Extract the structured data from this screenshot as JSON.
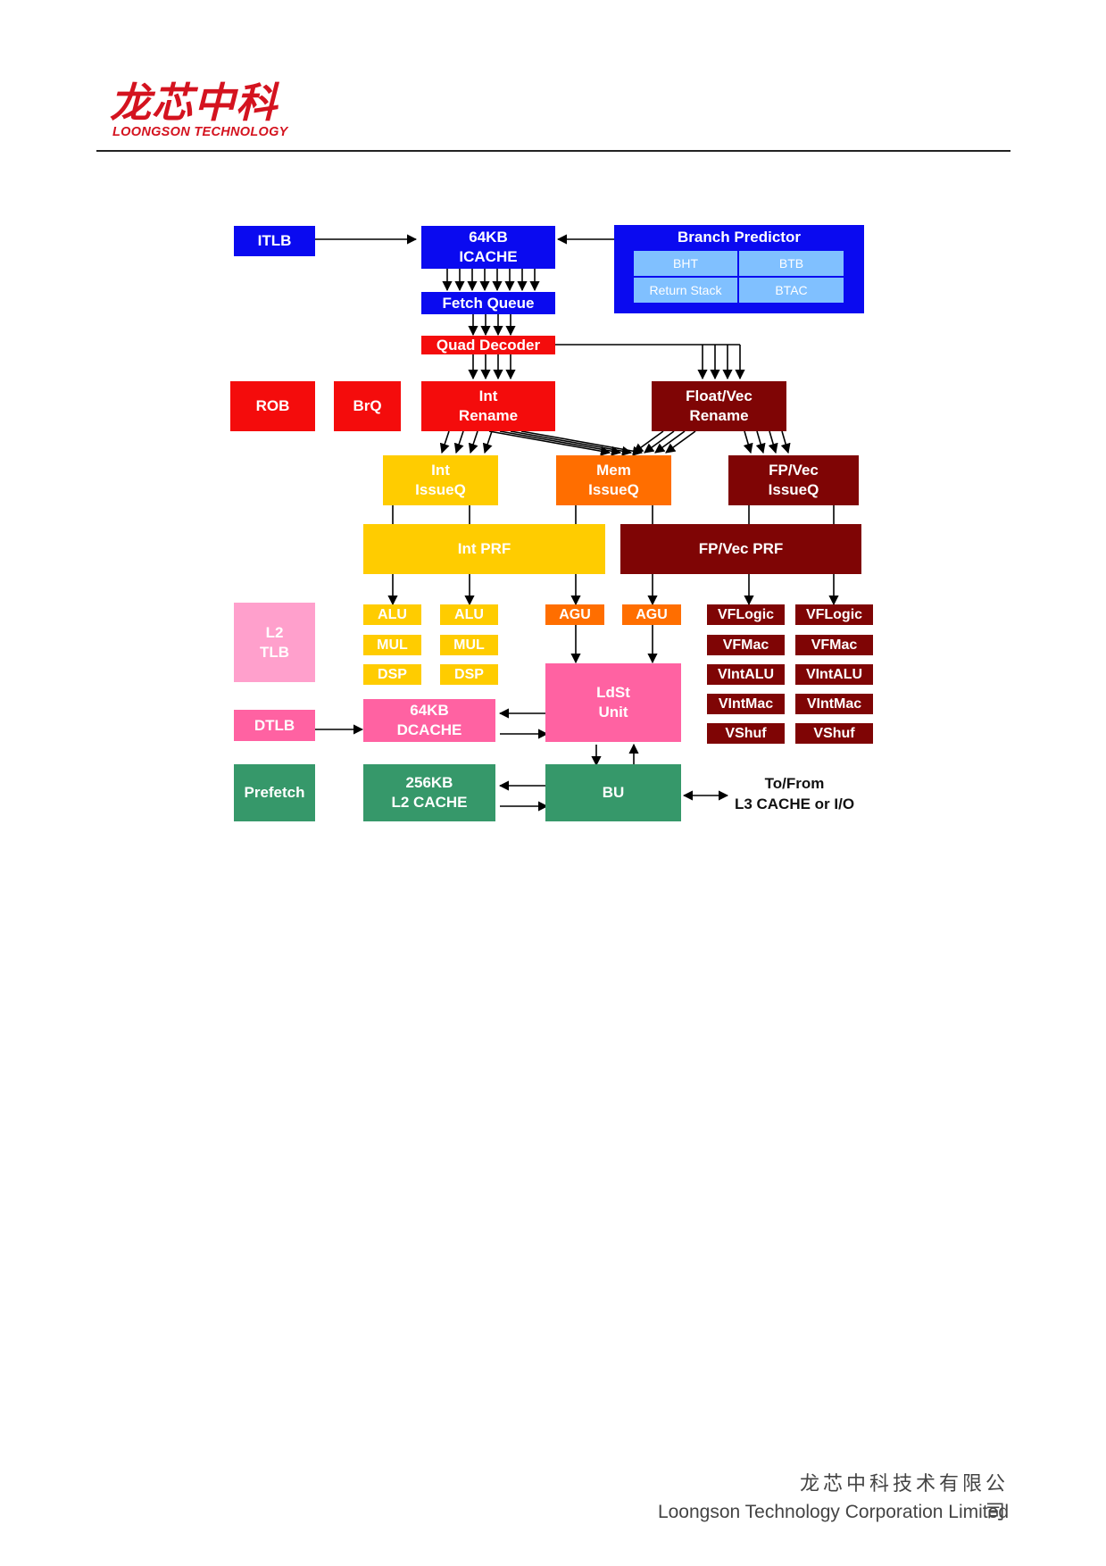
{
  "header": {
    "logo_cn": "龙芯中科",
    "logo_en": "LOONGSON TECHNOLOGY"
  },
  "diagram": {
    "itlb": "ITLB",
    "icache": [
      "64KB",
      "ICACHE"
    ],
    "branch_predictor": {
      "title": "Branch Predictor",
      "cells": [
        "BHT",
        "BTB",
        "Return Stack",
        "BTAC"
      ]
    },
    "fetch_queue": "Fetch Queue",
    "quad_decoder": "Quad Decoder",
    "rob": "ROB",
    "brq": "BrQ",
    "int_rename": [
      "Int",
      "Rename"
    ],
    "fv_rename": [
      "Float/Vec",
      "Rename"
    ],
    "int_issueq": [
      "Int",
      "IssueQ"
    ],
    "mem_issueq": [
      "Mem",
      "IssueQ"
    ],
    "fv_issueq": [
      "FP/Vec",
      "IssueQ"
    ],
    "int_prf": "Int PRF",
    "fv_prf": "FP/Vec PRF",
    "alu": "ALU",
    "mul": "MUL",
    "dsp": "DSP",
    "agu": "AGU",
    "vflogic": "VFLogic",
    "vfmac": "VFMac",
    "vintalu": "VIntALU",
    "vintmac": "VIntMac",
    "vshuf": "VShuf",
    "l2tlb": [
      "L2",
      "TLB"
    ],
    "dtlb": "DTLB",
    "dcache": [
      "64KB",
      "DCACHE"
    ],
    "ldst": [
      "LdSt",
      "Unit"
    ],
    "prefetch": "Prefetch",
    "l2cache": [
      "256KB",
      "L2 CACHE"
    ],
    "bu": "BU",
    "tofrom": [
      "To/From",
      "L3 CACHE or I/O"
    ]
  },
  "footer": {
    "company_cn": "龙芯中科技术有限公司",
    "company_en": "Loongson Technology Corporation Limited"
  },
  "colors": {
    "blue": "#0a0af0",
    "red": "#f40c0c",
    "maroon": "#7f0505",
    "yellow": "#ffcc00",
    "orange": "#ff6e00",
    "pink": "#ff62a2",
    "light_pink": "#ffa0cc",
    "green": "#36986a",
    "light_blue": "#80c0ff"
  }
}
